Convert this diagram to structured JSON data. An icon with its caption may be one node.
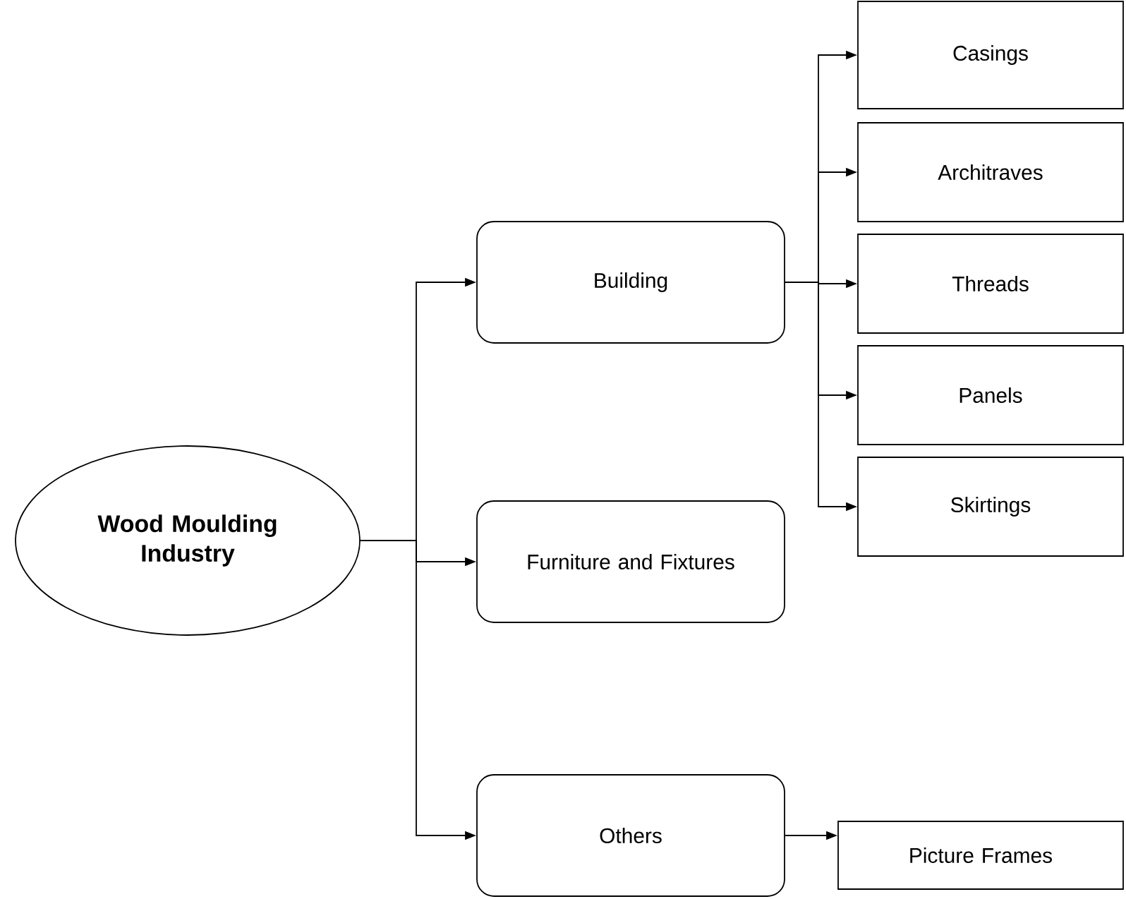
{
  "diagram": {
    "nodes": [
      {
        "text": [
          "Wood Moulding Industry"
        ]
      },
      {
        "text": [
          "Building"
        ]
      },
      {
        "text": [
          "Furniture and Fixtures"
        ]
      },
      {
        "text": [
          "Others"
        ]
      },
      {
        "text": [
          "Casings"
        ]
      },
      {
        "text": [
          "Architraves"
        ]
      },
      {
        "text": [
          "Threads"
        ]
      },
      {
        "text": [
          "Panels"
        ]
      },
      {
        "text": [
          "Skirtings"
        ]
      },
      {
        "text": [
          "Picture Frames"
        ]
      }
    ],
    "edges": [
      {
        "from": 0,
        "to": 1,
        "arrow": "to"
      },
      {
        "from": 0,
        "to": 2,
        "arrow": "to"
      },
      {
        "from": 0,
        "to": 3,
        "arrow": "to"
      },
      {
        "from": 1,
        "to": 4,
        "arrow": "to"
      },
      {
        "from": 1,
        "to": 5,
        "arrow": "to"
      },
      {
        "from": 1,
        "to": 6,
        "arrow": "to"
      },
      {
        "from": 1,
        "to": 7,
        "arrow": "to"
      },
      {
        "from": 1,
        "to": 8,
        "arrow": "to"
      },
      {
        "from": 3,
        "to": 9,
        "arrow": "to"
      }
    ]
  }
}
